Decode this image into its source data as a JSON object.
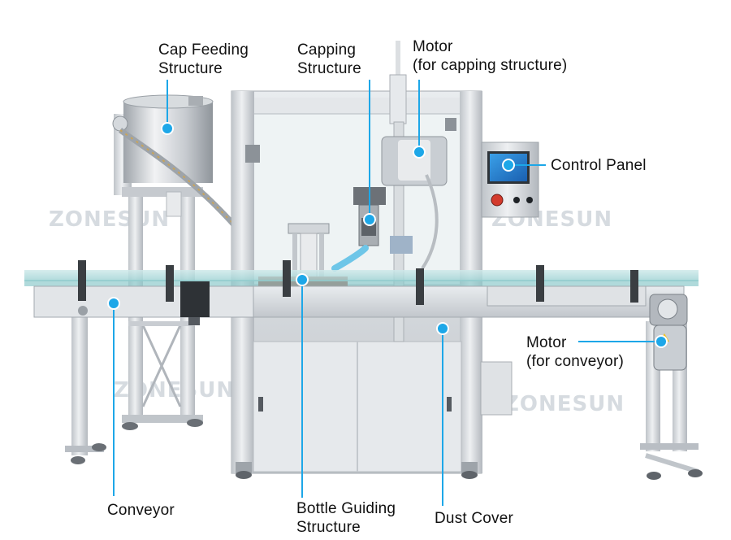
{
  "watermark": "ZONESUN",
  "callout_color": "#1da7e8",
  "labels": {
    "cap_feeding": {
      "line1": "Cap Feeding",
      "line2": "Structure"
    },
    "capping": {
      "line1": "Capping",
      "line2": "Structure"
    },
    "motor_capping": {
      "line1": "Motor",
      "line2": "(for capping structure)"
    },
    "control_panel": {
      "line1": "Control Panel"
    },
    "motor_conveyor": {
      "line1": "Motor",
      "line2": "(for conveyor)"
    },
    "conveyor": {
      "line1": "Conveyor"
    },
    "bottle_guiding": {
      "line1": "Bottle Guiding",
      "line2": "Structure"
    },
    "dust_cover": {
      "line1": "Dust Cover"
    }
  }
}
